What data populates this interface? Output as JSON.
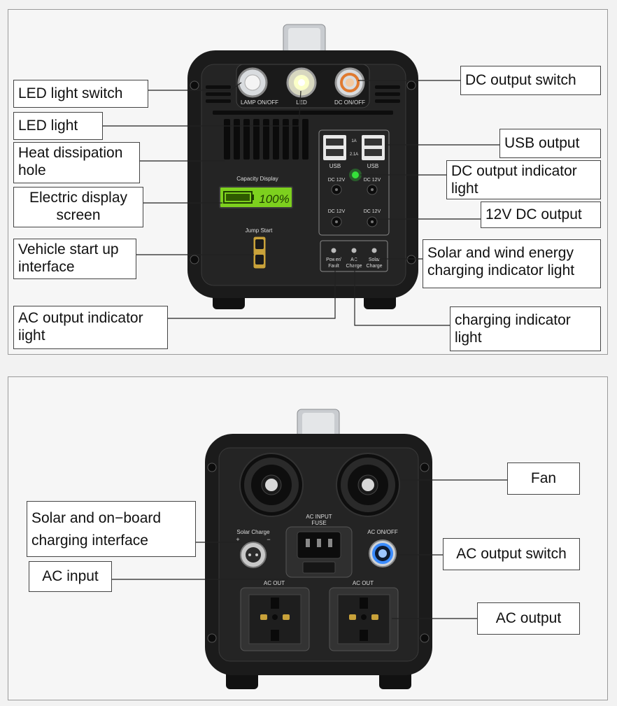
{
  "front": {
    "device_labels": {
      "lamp_switch": "LAMP  ON/OFF",
      "led": "LED",
      "dc_switch": "DC ON/OFF",
      "capacity_display": "Capacity  Display",
      "battery_reading": "100%",
      "jump_start": "Jump  Start",
      "usb_1a": "1A",
      "usb_21a": "2.1A",
      "usb_left": "USB",
      "usb_right": "USB",
      "dc12v": "DC 12V",
      "power_fault": "Power/\nFault",
      "ac_charge": "AC\nCharge",
      "solar_charge": "Solar\nCharge"
    },
    "callouts": {
      "led_light_switch": "LED light switch",
      "led_light": "LED light",
      "heat_dissipation": "Heat dissipation hole",
      "electric_display": "Electric display screen",
      "vehicle_start": "Vehicle start up interface",
      "ac_output_indicator": "AC output indicator iight",
      "dc_output_switch": "DC output switch",
      "usb_output": "USB output",
      "dc_output_indicator": "DC output indicator light",
      "dc12v_output": "12V DC output",
      "solar_wind_indicator": "Solar and wind energy charging indicator light",
      "charging_indicator": "charging indicator light"
    }
  },
  "back": {
    "device_labels": {
      "solar_charge": "Solar  Charge",
      "plus": "+",
      "minus": "−",
      "ac_input_fuse": "AC INPUT\nFUSE",
      "ac_onoff": "AC  ON/OFF",
      "ac_out_left": "AC  OUT",
      "ac_out_right": "AC  OUT"
    },
    "callouts": {
      "fan": "Fan",
      "solar_onboard": "Solar and on−board charging interface",
      "ac_input": "AC input",
      "ac_output_switch": "AC output switch",
      "ac_output": "AC output"
    }
  },
  "colors": {
    "housing": "#1b1b1b",
    "panel": "#2a2a2a",
    "lcd": "#7dd01e",
    "indicator_green": "#35e23a",
    "dc_switch_ring": "#e07a30",
    "ac_switch_ring": "#3a8bff",
    "callout_border": "#444444"
  }
}
